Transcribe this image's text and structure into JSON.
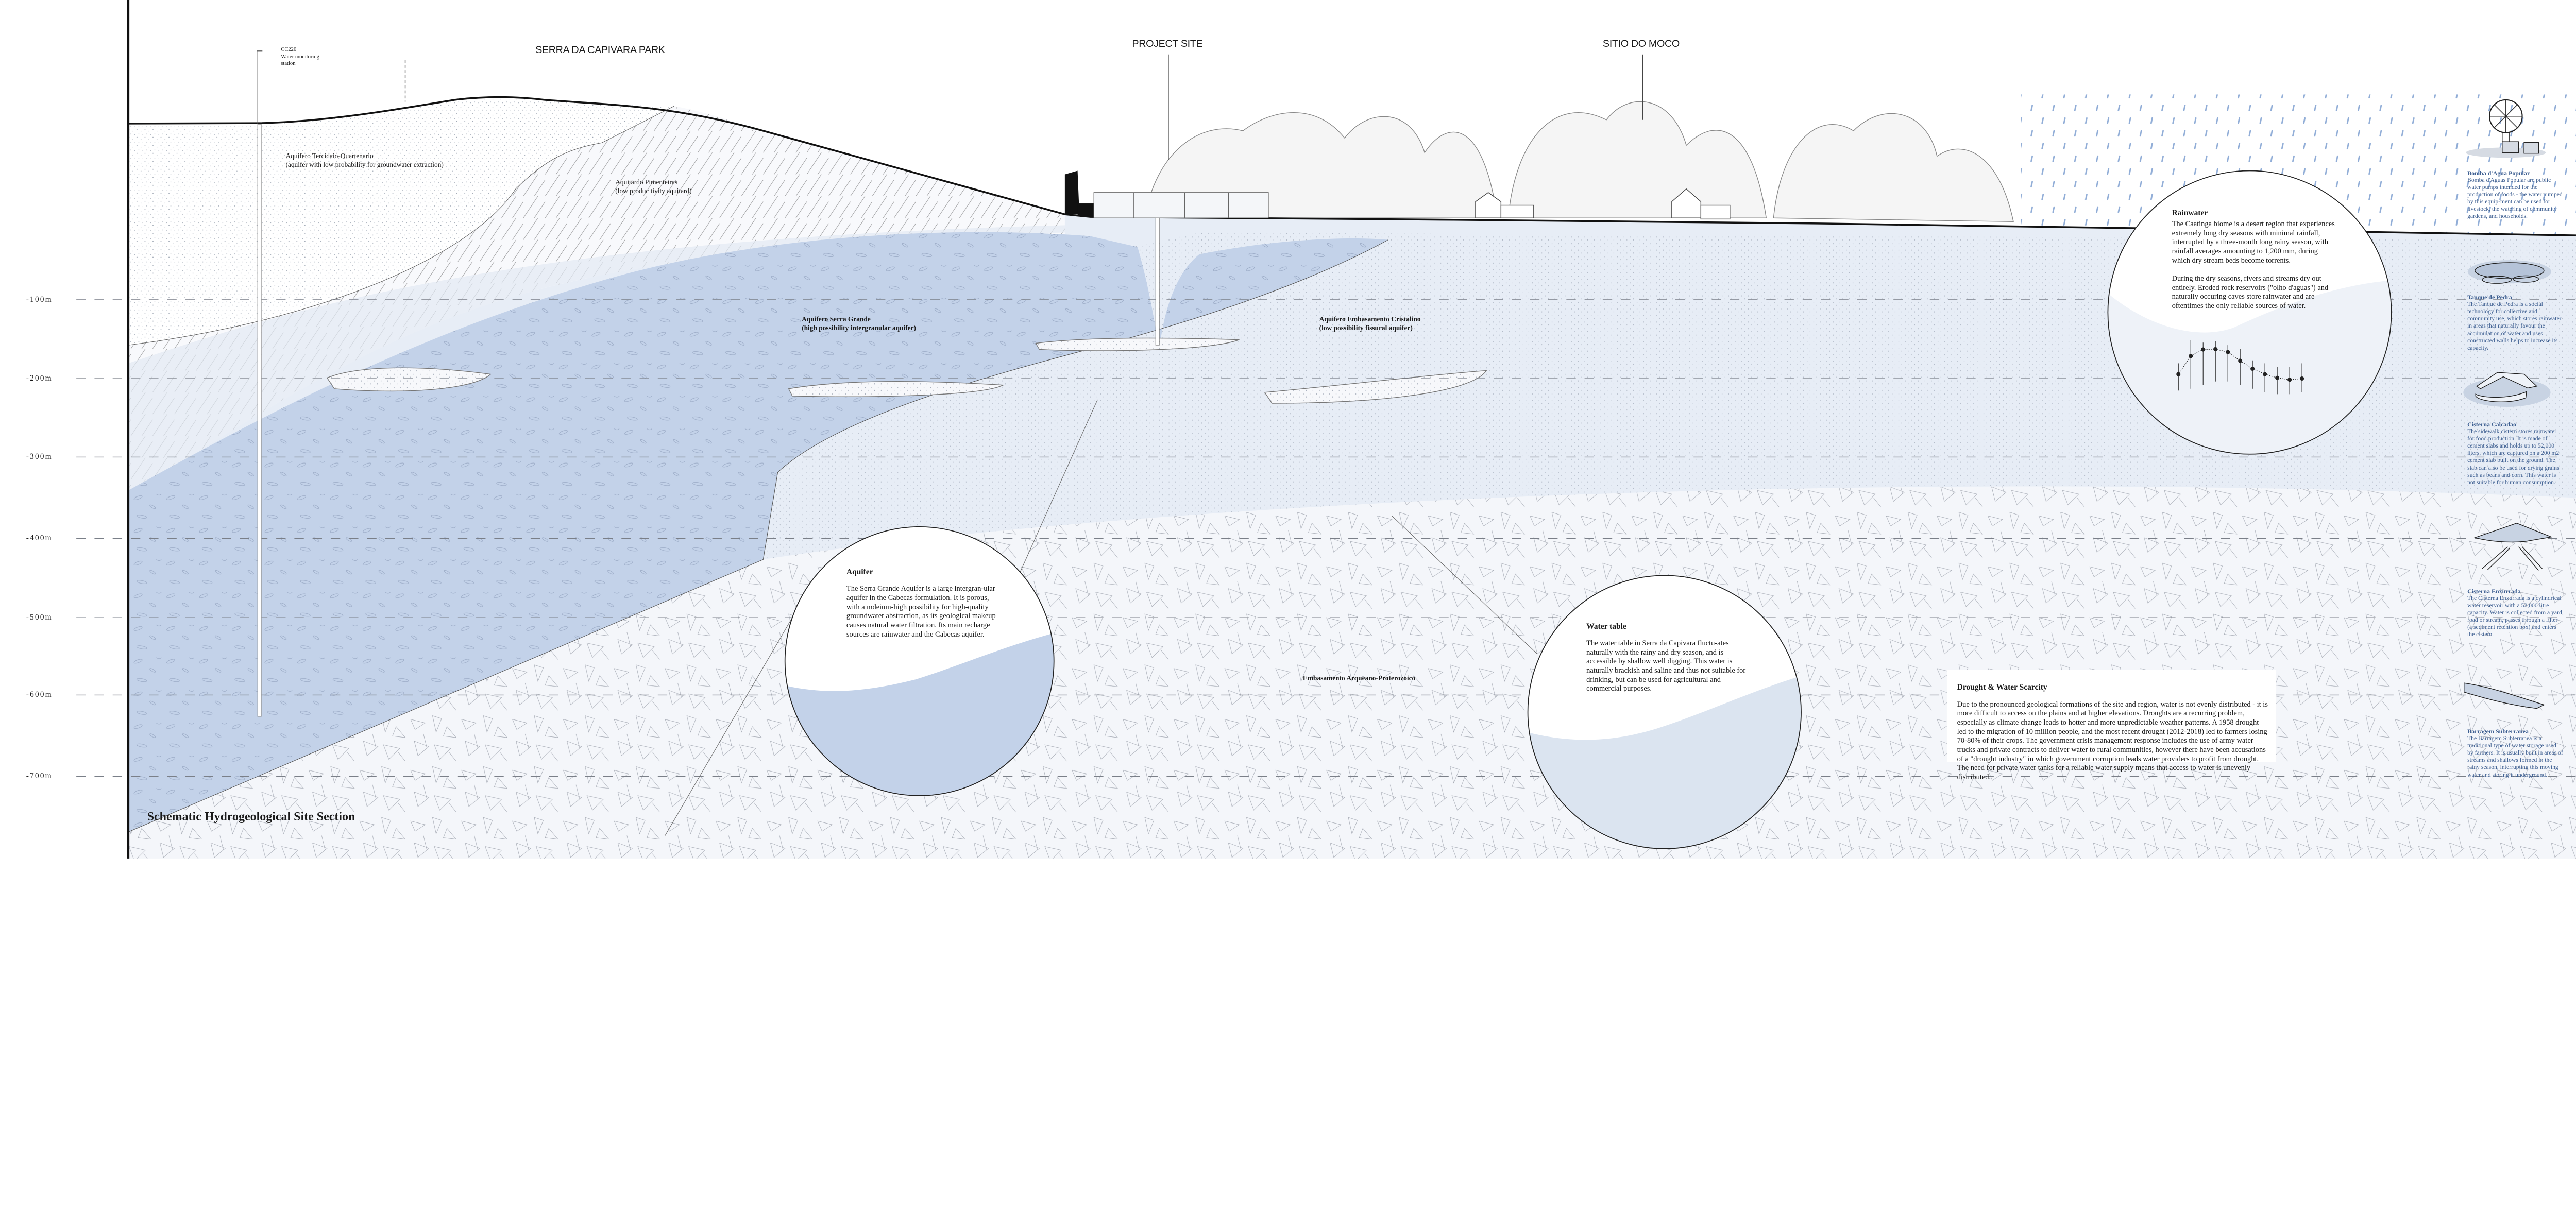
{
  "title": "Schematic Hydrogeological Site Section",
  "sites": {
    "park": "SERRA DA CAPIVARA PARK",
    "project": "PROJECT SITE",
    "moco": "SITIO DO MOCO"
  },
  "station": {
    "code": "CC220",
    "line1": "Water monitoring",
    "line2": "station"
  },
  "depths": [
    "-100m",
    "-200m",
    "-300m",
    "-400m",
    "-500m",
    "-600m",
    "-700m"
  ],
  "layers": {
    "tercidaio": {
      "name": "Aquifero Tercidaio-Quartenario",
      "desc": "(aquifer with low probability for groundwater extraction)"
    },
    "pimenteiras": {
      "name": "Aquitardo Pimenteiras",
      "desc": "(low produc tivity aquitard)"
    },
    "serra_grande": {
      "name": "Aquifero Serra Grande",
      "desc": "(high possibility intergranular aquifer)"
    },
    "cristalino": {
      "name": "Aquifero Embasamento Cristalino",
      "desc": "(low possibility fissural aquifer)"
    },
    "arqueano": {
      "name": "Embasamento Arqueano-Proterozoico"
    }
  },
  "info": {
    "aquifer": {
      "title": "Aquifer",
      "body": "The Serra Grande Aquifer is a large intergran-ular aquifer in the Cabecas formulation. It is porous, with a mdeium-high possibility for high-quality groundwater abstraction, as its geological makeup causes natural water filtration. Its main recharge sources are rainwater and the Cabecas aquifer."
    },
    "water_table": {
      "title": "Water table",
      "body": "The water table in Serra da Capivara fluctu-ates naturally with the rainy and dry season, and is accessible by shallow well digging. This water is naturally brackish and saline and thus not suitable for drinking, but can be used for agricultural and commercial purposes."
    },
    "rainwater": {
      "title": "Rainwater",
      "body1": "The Caatinga biome is a desert region that experiences extremely long dry seasons with minimal rainfall, interrupted by a three-month long rainy season, with rainfall averages amounting to 1,200 mm, during which dry stream beds become torrents.",
      "body2": "During the dry seasons, rivers and streams dry out entirely. Eroded rock reservoirs (\"olho d'aguas\") and naturally occuring caves store rainwater and are oftentimes the only reliable sources of water."
    },
    "drought": {
      "title": "Drought & Water Scarcity",
      "body": "Due to the pronounced geological formations of the site and region, water is not evenly distributed - it is more difficult to access on the plains and at higher elevations. Droughts are a recurring problem, especially as climate change leads to hotter and more unpredictable weather patterns. A 1958 drought led to the migration of 10 million people, and the most recent drought (2012-2018) led to farmers losing 70-80% of their crops. The government crisis management response includes the use of army water trucks and private contracts to deliver water to rural communities, however there have been accusations of a \"drought industry\" in which government corruption leads water providers to profit from drought. The need for private water tanks for a reliable water supply means that access to water is unevenly distributed."
    }
  },
  "sidebar": [
    {
      "title": "Bomba d'Agua Popular",
      "body": "Bomba d'Aguas Popular are public water pumps intended for the production of foods - the water pumped by this equip-ment can be used for livestock, the watering of community gardens, and households."
    },
    {
      "title": "Tanque de Pedra",
      "body": "The Tanque de Pedra is a social technology for collective and community use, which stores rainwater in areas that naturally favour the accumulation of water and uses constructed walls helps to increase its capacity."
    },
    {
      "title": "Cisterna Calcadao",
      "body": "The sidewalk cistern stores rainwater for food production. It is made of cement slabs and holds up to 52,000 liters, which are captured on a 200 m2 cement slab built on the ground. The slab can also be used for drying grains such as beans and corn. This water is not suitable for human consumption."
    },
    {
      "title": "Cisterna Enxurrada",
      "body": "The Cisterna Enxurrada is a cylindrical water reservoir with a 52,000 litre capacity. Water is collected from a yard, road or stream, passes through a filter (a sediment retention box) and enters the cistern."
    },
    {
      "title": "Barragem Subterranea",
      "body": "The Barragem Subterranea is a traditional type of water storage used by farmers. It is usually built in areas of streams and shallows formed in the rainy season, interrupting this moving water and storing it underground."
    }
  ],
  "colors": {
    "aquifer_dark": "#c3d2e9",
    "band_light": "#e7edf6",
    "base": "#f4f6fa",
    "sidebar_text": "#3e5f91",
    "rain": "#7d9fd0"
  }
}
